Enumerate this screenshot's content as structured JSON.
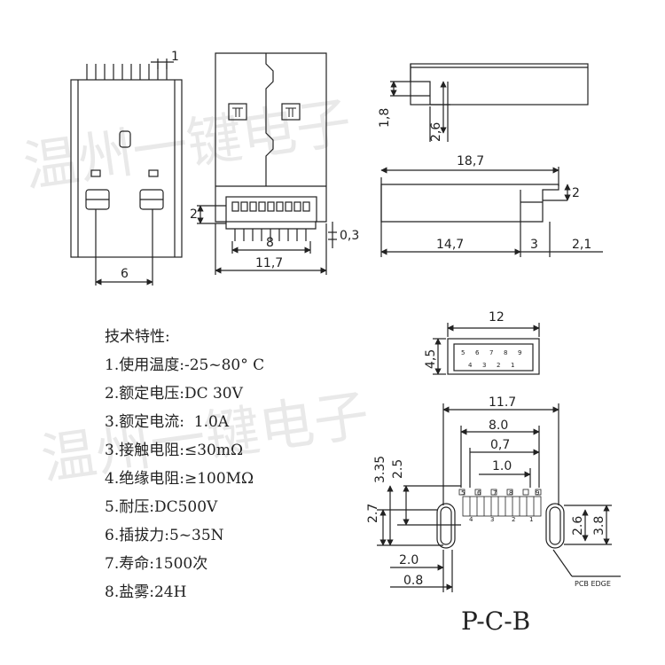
{
  "watermark": {
    "text": "温州一键电子"
  },
  "views": {
    "front": {
      "dim_pitch": "1",
      "dim_pin_spacing": "6"
    },
    "side_front": {
      "dim_height": "2",
      "dim_width_inner": "8",
      "dim_width_outer": "11,7",
      "dim_thickness": "0,3"
    },
    "top_side": {
      "dim_1": "1,8",
      "dim_2": "2,6"
    },
    "bottom_side": {
      "dim_total": "18,7",
      "dim_body": "14,7",
      "dim_3": "3",
      "dim_tail": "2,1",
      "dim_step": "2"
    }
  },
  "specs": {
    "heading": "技术特性:",
    "items": [
      "1.使用温度:-25~80° C",
      "2.额定电压:DC 30V",
      "3.额定电流:  1.0A",
      "3.接触电阻:≤30mΩ",
      "4.绝缘电阻:≥100MΩ",
      "5.耐压:DC500V",
      "6.插拔力:5~35N",
      "7.寿命:1500次",
      "8.盐雾:24H"
    ]
  },
  "socket": {
    "dim_width": "12",
    "dim_height": "4,5",
    "pins_top": [
      "5",
      "6",
      "7",
      "8",
      "9"
    ],
    "pins_bottom": [
      "4",
      "3",
      "2",
      "1"
    ]
  },
  "pcb": {
    "dim_11_7": "11.7",
    "dim_8_0": "8.0",
    "dim_0_7": "0,7",
    "dim_1_0": "1.0",
    "dim_3_35": "3.35",
    "dim_2_5": "2.5",
    "dim_2_7": "2.7",
    "dim_2_6": "2.6",
    "dim_3_8": "3.8",
    "dim_2_0": "2.0",
    "dim_0_8": "0.8",
    "pins_top": [
      "5",
      "6",
      "7",
      "8",
      "9"
    ],
    "pins_bottom": [
      "4",
      "3",
      "2",
      "1"
    ],
    "edge_label": "PCB EDGE",
    "title": "P-C-B"
  }
}
